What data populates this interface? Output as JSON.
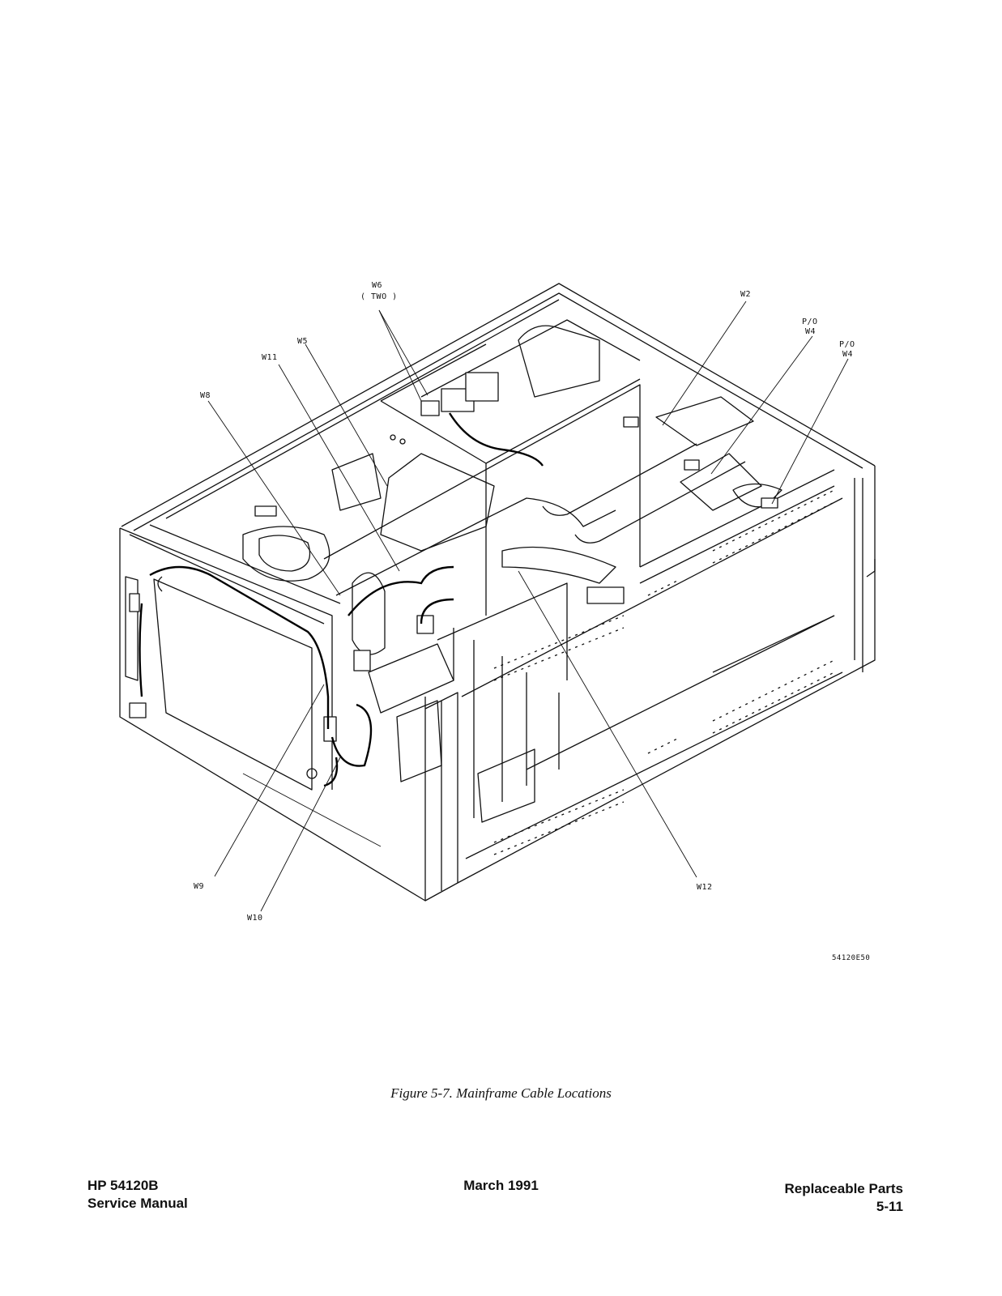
{
  "figure": {
    "labels": {
      "w6": "W6",
      "w6_count": "( TWO )",
      "w2": "W2",
      "w4a_po": "P/O",
      "w4a": "W4",
      "w4b_po": "P/O",
      "w4b": "W4",
      "w5": "W5",
      "w11": "W11",
      "w8": "W8",
      "w9": "W9",
      "w10": "W10",
      "w12": "W12"
    },
    "code": "54120E50",
    "caption": "Figure 5-7.  Mainframe Cable Locations"
  },
  "footer": {
    "model": "HP 54120B",
    "manual": "Service Manual",
    "date": "March 1991",
    "section": "Replaceable Parts",
    "page": "5-11"
  }
}
